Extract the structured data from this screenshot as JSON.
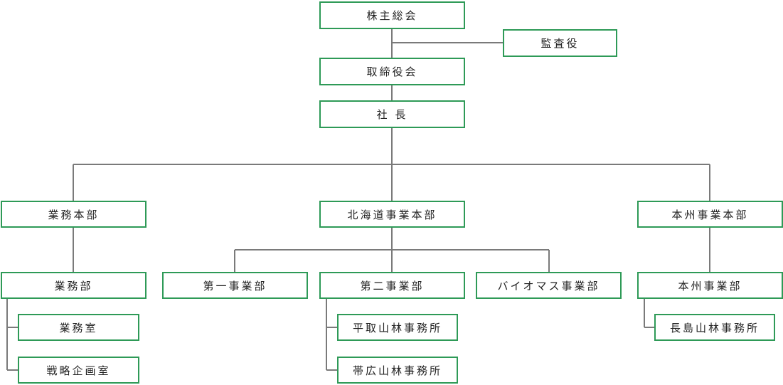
{
  "colors": {
    "box_border": "#2e9a57",
    "connector": "#7a7a7a",
    "text": "#222222"
  },
  "nodes": {
    "shareholders": "株主総会",
    "auditor": "監査役",
    "board": "取締役会",
    "president": "社 長",
    "business_hq": "業務本部",
    "hokkaido_hq": "北海道事業本部",
    "honshu_hq": "本州事業本部",
    "business_dept": "業務部",
    "business_office": "業務室",
    "strategy_office": "戦略企画室",
    "first_dept": "第一事業部",
    "second_dept": "第二事業部",
    "biomass_dept": "バイオマス事業部",
    "hiratori_office": "平取山林事務所",
    "obihiro_office": "帯広山林事務所",
    "honshu_dept": "本州事業部",
    "nagashima_office": "長島山林事務所"
  }
}
